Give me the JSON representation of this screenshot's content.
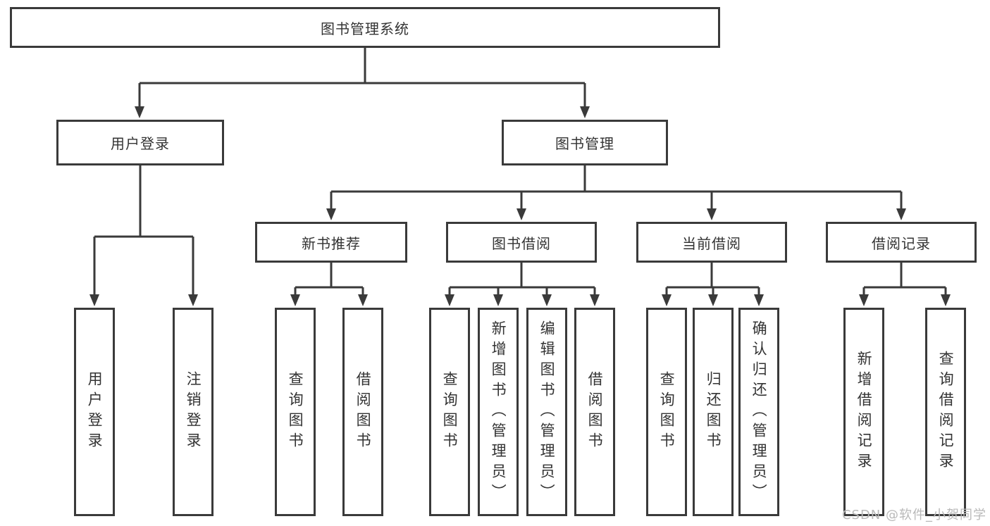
{
  "tree": {
    "label": "图书管理系统",
    "children": [
      {
        "label": "用户登录",
        "children": [
          {
            "label": "用户登录"
          },
          {
            "label": "注销登录"
          }
        ]
      },
      {
        "label": "图书管理",
        "children": [
          {
            "label": "新书推荐",
            "children": [
              {
                "label": "查询图书"
              },
              {
                "label": "借阅图书"
              }
            ]
          },
          {
            "label": "图书借阅",
            "children": [
              {
                "label": "查询图书"
              },
              {
                "label": "新增图书（管理员）"
              },
              {
                "label": "编辑图书（管理员）"
              },
              {
                "label": "借阅图书"
              }
            ]
          },
          {
            "label": "当前借阅",
            "children": [
              {
                "label": "查询图书"
              },
              {
                "label": "归还图书"
              },
              {
                "label": "确认归还（管理员）"
              }
            ]
          },
          {
            "label": "借阅记录",
            "children": [
              {
                "label": "新增借阅记录"
              },
              {
                "label": "查询借阅记录"
              }
            ]
          }
        ]
      }
    ]
  },
  "watermark": "CSDN @软件_小贺同学",
  "colors": {
    "line": "#3a3a3a",
    "text": "#333333",
    "background": "#ffffff",
    "watermark": "#b9b9b9"
  }
}
